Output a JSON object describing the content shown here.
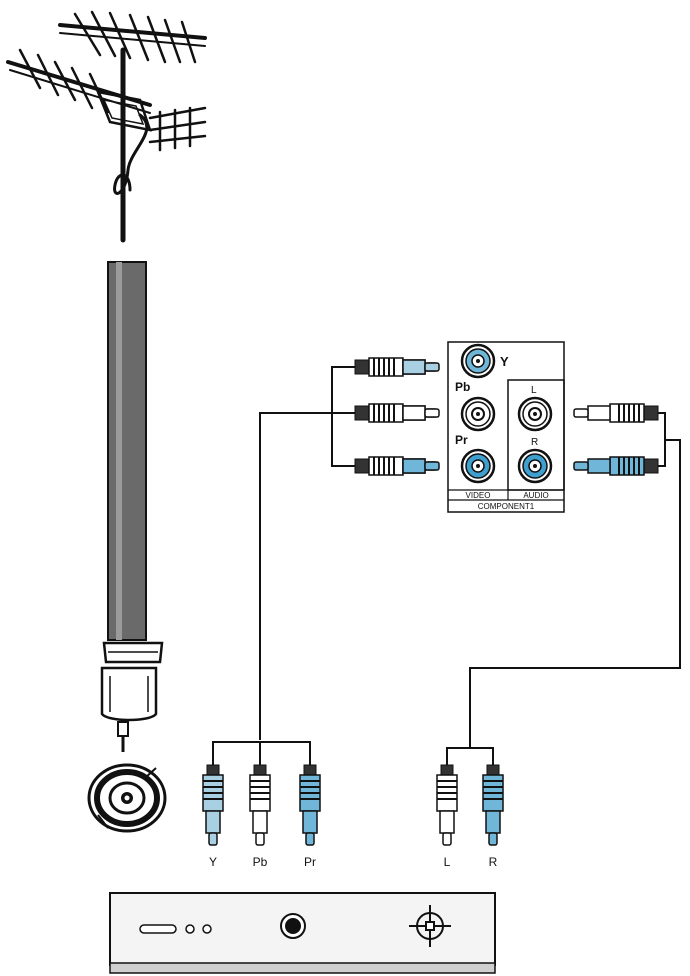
{
  "panel": {
    "jack_labels": {
      "y": "Y",
      "pb": "Pb",
      "pr": "Pr",
      "l": "L",
      "r": "R"
    },
    "group_video": "VIDEO",
    "group_audio": "AUDIO",
    "panel_name": "COMPONENT1"
  },
  "plugs": {
    "y": "Y",
    "pb": "Pb",
    "pr": "Pr",
    "l": "L",
    "r": "R"
  },
  "colors": {
    "line": "#111111",
    "y_plug": "#a9cfe3",
    "pr_plug": "#6fb6d8",
    "r_plug": "#6fb6d8",
    "white_plug": "#ffffff",
    "cable": "#6a6a6a"
  }
}
